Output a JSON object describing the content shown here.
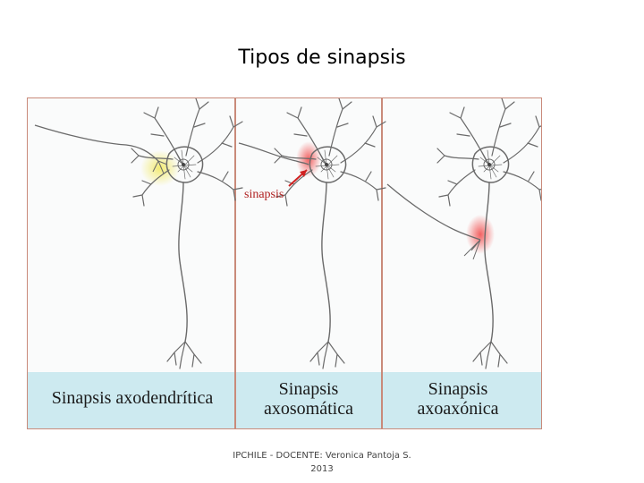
{
  "title": "Tipos de sinapsis",
  "panels": [
    {
      "caption_line1": "Sinapsis axodendrítica",
      "caption_line2": "",
      "highlight": "#f2ea6a"
    },
    {
      "caption_line1": "Sinapsis",
      "caption_line2": "axosomática",
      "highlight": "#f25a5a",
      "label": "sinapsis"
    },
    {
      "caption_line1": "Sinapsis",
      "caption_line2": "axoaxónica",
      "highlight": "#f25a5a"
    }
  ],
  "footer": {
    "line1": "IPCHILE - DOCENTE: Veronica Pantoja S.",
    "line2": "2013"
  },
  "colors": {
    "caption_band": "#cdeaf0",
    "divider": "#c98a7a",
    "neuron_stroke": "#6a6a6a"
  }
}
